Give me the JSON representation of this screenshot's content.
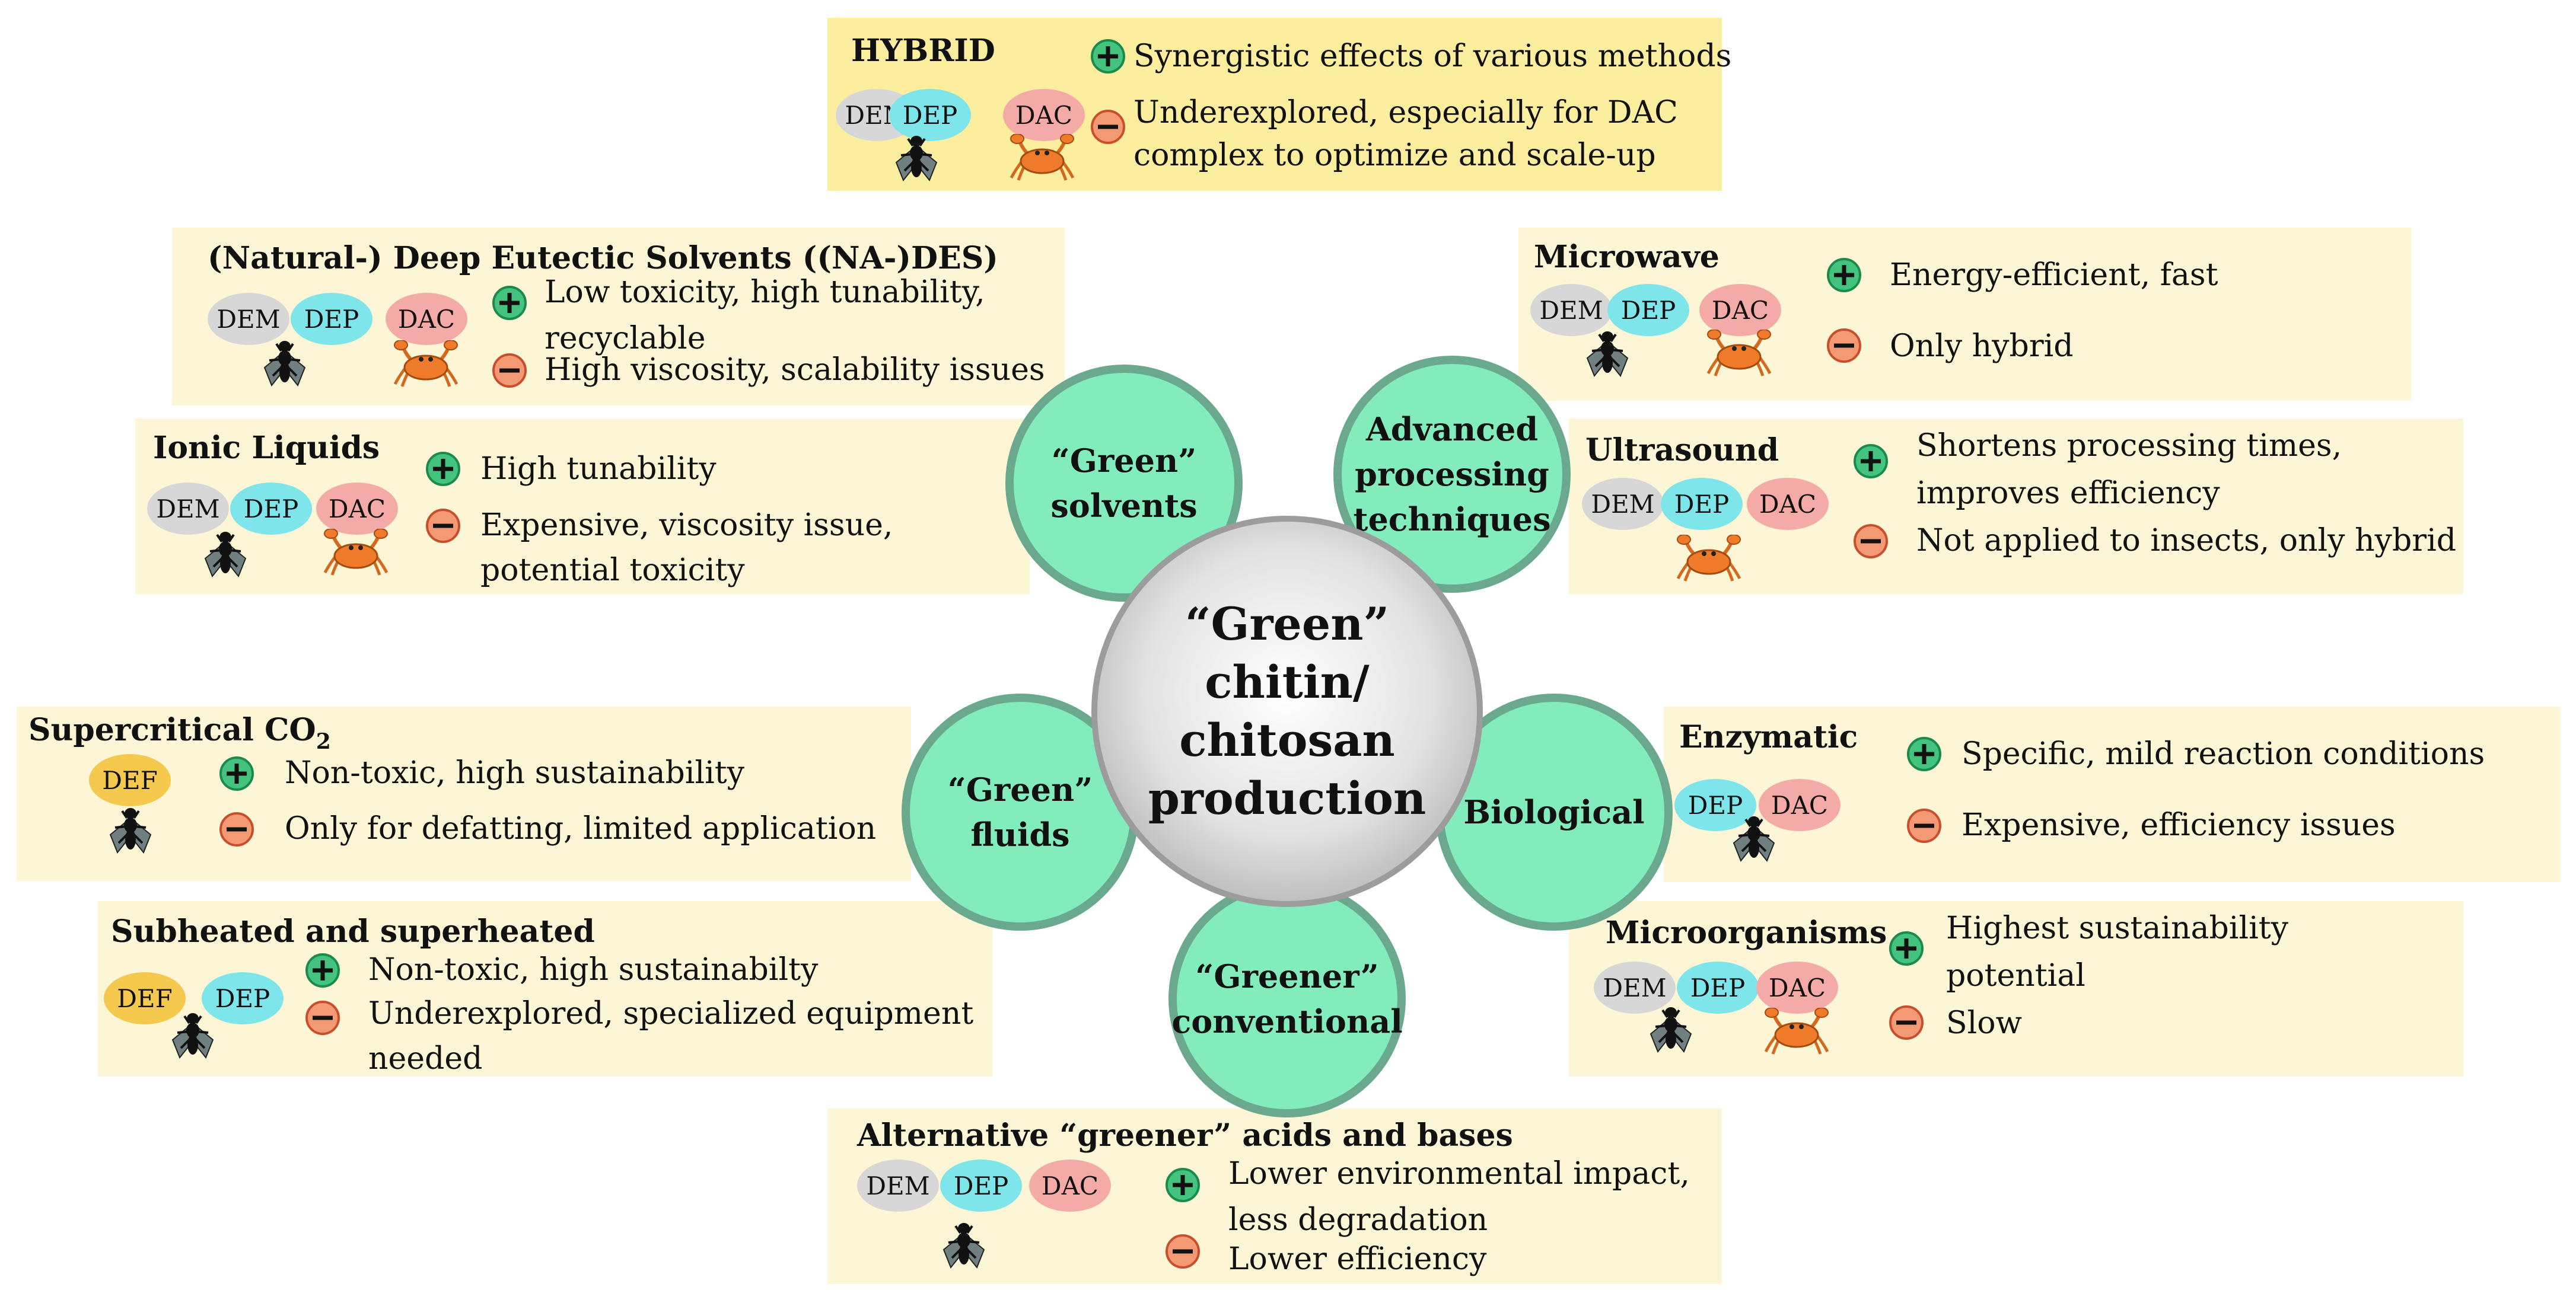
{
  "center": {
    "label": "“Green”\nchitin/\nchitosan\nproduction"
  },
  "circles": {
    "green_solvents": "“Green”\nsolvents",
    "advanced_processing": "Advanced\nprocessing\ntechniques",
    "green_fluids": "“Green”\nfluids",
    "biological": "Biological",
    "greener_conventional": "“Greener”\nconventional"
  },
  "badges": {
    "dem": "DEM",
    "dep": "DEP",
    "dac": "DAC",
    "def": "DEF"
  },
  "boxes": {
    "hybrid": {
      "title": "HYBRID",
      "pro": "Synergistic effects of various methods",
      "con_1": "Underexplored, especially for DAC",
      "con_2": "complex to optimize and scale-up"
    },
    "des": {
      "title": "(Natural-) Deep Eutectic Solvents ((NA-)DES)",
      "pro_1": "Low toxicity, high tunability,",
      "pro_2": "recyclable",
      "con": "High viscosity, scalability issues"
    },
    "ionic": {
      "title": "Ionic Liquids",
      "pro": "High tunability",
      "con_1": "Expensive, viscosity issue,",
      "con_2": "potential toxicity"
    },
    "microwave": {
      "title": "Microwave",
      "pro": "Energy-efficient, fast",
      "con": "Only hybrid"
    },
    "ultrasound": {
      "title": "Ultrasound",
      "pro_1": "Shortens processing times,",
      "pro_2": "improves efficiency",
      "con": "Not applied to insects, only hybrid"
    },
    "supercritical": {
      "title": "Supercritical CO",
      "title_sub": "2",
      "pro": "Non-toxic, high sustainability",
      "con": "Only for defatting, limited application"
    },
    "enzymatic": {
      "title": "Enzymatic",
      "pro": "Specific, mild reaction conditions",
      "con": "Expensive, efficiency issues"
    },
    "subheated": {
      "title": "Subheated  and superheated",
      "pro": "Non-toxic, high sustainabilty",
      "con_1": "Underexplored, specialized equipment",
      "con_2": "needed"
    },
    "microorganisms": {
      "title": "Microorganisms",
      "pro_1": "Highest sustainability",
      "pro_2": "potential",
      "con": "Slow"
    },
    "acids": {
      "title": "Alternative “greener” acids and bases",
      "pro_1": "Lower environmental impact,",
      "pro_2": "less degradation",
      "con": "Lower efficiency"
    }
  },
  "colors": {
    "box_bg": "#fdf6d6",
    "hybrid_bg": "#fbef9f",
    "circle_fill": "#82ecbc",
    "plus": "#43c37d",
    "minus": "#f39a74",
    "dem": "#d7d7d7",
    "dep": "#7ee5ea",
    "dac": "#f4aaa6",
    "def": "#f5c84e"
  },
  "icons": [
    "plus-icon",
    "minus-icon",
    "fly-icon",
    "crab-icon"
  ]
}
